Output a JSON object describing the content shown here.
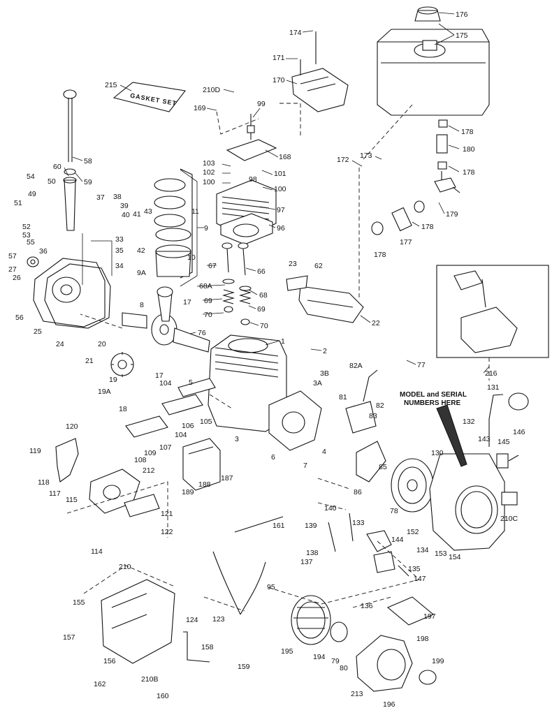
{
  "diagram": {
    "note": [
      "MODEL and SERIAL",
      "NUMBERS HERE"
    ],
    "gasket_kit_label": "GASKET SET",
    "callouts": [
      "1",
      "2",
      "3",
      "3A",
      "3B",
      "4",
      "5",
      "6",
      "7",
      "8",
      "9",
      "9A",
      "10",
      "11",
      "17",
      "18",
      "19",
      "19A",
      "20",
      "21",
      "22",
      "23",
      "24",
      "25",
      "26",
      "27",
      "33",
      "34",
      "35",
      "36",
      "37",
      "38",
      "39",
      "40",
      "41",
      "42",
      "43",
      "49",
      "50",
      "51",
      "52",
      "53",
      "54",
      "55",
      "56",
      "57",
      "58",
      "59",
      "60",
      "62",
      "66",
      "67",
      "68",
      "68A",
      "69",
      "70",
      "76",
      "77",
      "78",
      "79",
      "80",
      "81",
      "82",
      "82A",
      "83",
      "85",
      "86",
      "95",
      "96",
      "97",
      "98",
      "99",
      "100",
      "101",
      "102",
      "103",
      "104",
      "105",
      "106",
      "107",
      "108",
      "109",
      "114",
      "115",
      "117",
      "118",
      "119",
      "120",
      "121",
      "122",
      "123",
      "124",
      "130",
      "131",
      "132",
      "133",
      "134",
      "135",
      "136",
      "137",
      "138",
      "139",
      "140",
      "143",
      "144",
      "145",
      "146",
      "147",
      "152",
      "153",
      "154",
      "155",
      "156",
      "157",
      "158",
      "159",
      "160",
      "161",
      "162",
      "168",
      "169",
      "170",
      "171",
      "172",
      "173",
      "174",
      "175",
      "176",
      "177",
      "178",
      "179",
      "180",
      "187",
      "188",
      "189",
      "194",
      "195",
      "196",
      "197",
      "198",
      "199",
      "210",
      "210B",
      "210C",
      "210D",
      "212",
      "213",
      "215",
      "216"
    ]
  }
}
